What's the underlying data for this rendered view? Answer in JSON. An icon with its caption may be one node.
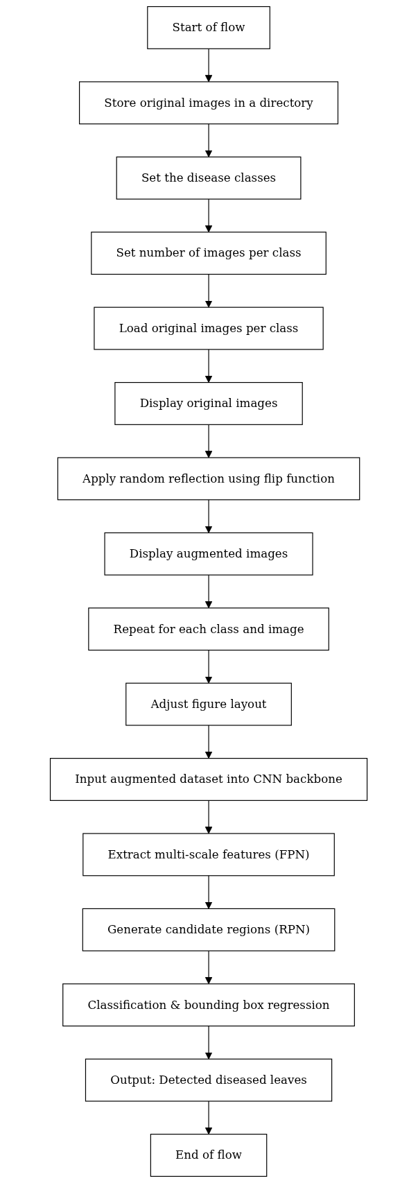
{
  "diagram": {
    "nodes": [
      {
        "text": [
          "Start of flow"
        ]
      },
      {
        "text": [
          "Store original images in a directory"
        ]
      },
      {
        "text": [
          "Set the disease classes"
        ]
      },
      {
        "text": [
          "Set number of images per class"
        ]
      },
      {
        "text": [
          "Load original images per class"
        ]
      },
      {
        "text": [
          "Display original images"
        ]
      },
      {
        "text": [
          "Apply random reflection using flip function"
        ]
      },
      {
        "text": [
          "Display augmented images"
        ]
      },
      {
        "text": [
          "Repeat for each class and image"
        ]
      },
      {
        "text": [
          "Adjust figure layout"
        ]
      },
      {
        "text": [
          "Input augmented dataset into CNN backbone"
        ]
      },
      {
        "text": [
          "Extract multi-scale features (FPN)"
        ]
      },
      {
        "text": [
          "Generate candidate regions (RPN)"
        ]
      },
      {
        "text": [
          "Classification & bounding box regression"
        ]
      },
      {
        "text": [
          "Output: Detected diseased leaves"
        ]
      },
      {
        "text": [
          "End of flow"
        ]
      }
    ],
    "edges": [
      {
        "from": 0,
        "to": 1,
        "arrow": "to"
      },
      {
        "from": 1,
        "to": 2,
        "arrow": "to"
      },
      {
        "from": 2,
        "to": 3,
        "arrow": "to"
      },
      {
        "from": 3,
        "to": 4,
        "arrow": "to"
      },
      {
        "from": 4,
        "to": 5,
        "arrow": "to"
      },
      {
        "from": 5,
        "to": 6,
        "arrow": "to"
      },
      {
        "from": 6,
        "to": 7,
        "arrow": "to"
      },
      {
        "from": 7,
        "to": 8,
        "arrow": "to"
      },
      {
        "from": 8,
        "to": 9,
        "arrow": "to"
      },
      {
        "from": 9,
        "to": 10,
        "arrow": "to"
      },
      {
        "from": 10,
        "to": 11,
        "arrow": "to"
      },
      {
        "from": 11,
        "to": 12,
        "arrow": "to"
      },
      {
        "from": 12,
        "to": 13,
        "arrow": "to"
      },
      {
        "from": 13,
        "to": 14,
        "arrow": "to"
      },
      {
        "from": 14,
        "to": 15,
        "arrow": "to"
      }
    ]
  }
}
